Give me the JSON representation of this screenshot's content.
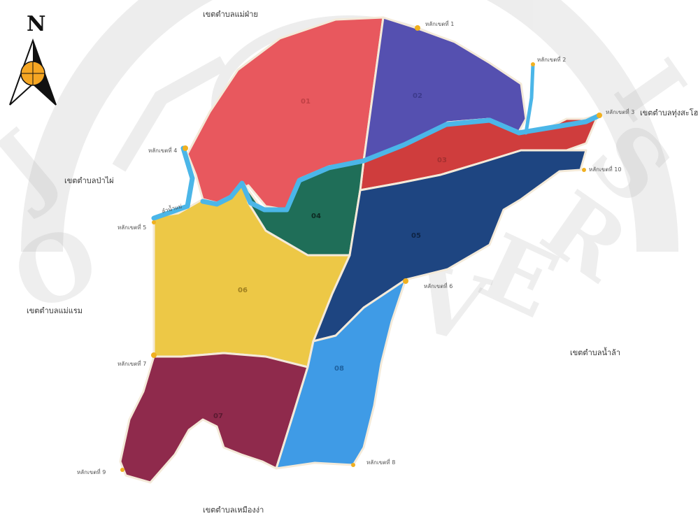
{
  "compass": {
    "letter": "N",
    "icon": "north-arrow-icon"
  },
  "watermark": {
    "letters": [
      "J",
      "O",
      "U",
      "N",
      "I",
      "V",
      "E",
      "R",
      "S",
      "I",
      "T",
      "Y"
    ]
  },
  "border_labels": {
    "north": "เขตตำบลแม่ฝ่าย",
    "northeast": "เขตตำบลทุ่งสะโฮ",
    "west": "เขตตำบลป่าไผ่",
    "southwest": "เขตตำบลแม่แรม",
    "east": "เขตตำบลน้ำล้า",
    "south": "เขตตำบลเหมืองง่า"
  },
  "stream_label": "ลำน้ำแม่",
  "zones": [
    {
      "id": "z1",
      "label": "01",
      "color": "#e8585e"
    },
    {
      "id": "z2",
      "label": "02",
      "color": "#5550b0"
    },
    {
      "id": "z3",
      "label": "03",
      "color": "#cf3d3d"
    },
    {
      "id": "z4",
      "label": "04",
      "color": "#1f6e58"
    },
    {
      "id": "z5",
      "label": "05",
      "color": "#1e4581"
    },
    {
      "id": "z6",
      "label": "06",
      "color": "#edc846"
    },
    {
      "id": "z7",
      "label": "07",
      "color": "#8f2a4c"
    },
    {
      "id": "z8",
      "label": "08",
      "color": "#3f9be6"
    }
  ],
  "markers": [
    {
      "id": "m1",
      "label": "หลักเขตที่ 1"
    },
    {
      "id": "m2",
      "label": "หลักเขตที่ 2"
    },
    {
      "id": "m3",
      "label": "หลักเขตที่ 3"
    },
    {
      "id": "m4",
      "label": "หลักเขตที่ 4"
    },
    {
      "id": "m5",
      "label": "หลักเขตที่ 5"
    },
    {
      "id": "m6",
      "label": "หลักเขตที่ 6"
    },
    {
      "id": "m7",
      "label": "หลักเขตที่ 7"
    },
    {
      "id": "m8",
      "label": "หลักเขตที่ 8"
    },
    {
      "id": "m9",
      "label": "หลักเขตที่ 9"
    },
    {
      "id": "m10",
      "label": "หลักเขตที่ 10"
    }
  ],
  "colors": {
    "river": "#4bb6e8",
    "boundary": "#f3e9d8",
    "marker": "#f0b020"
  }
}
